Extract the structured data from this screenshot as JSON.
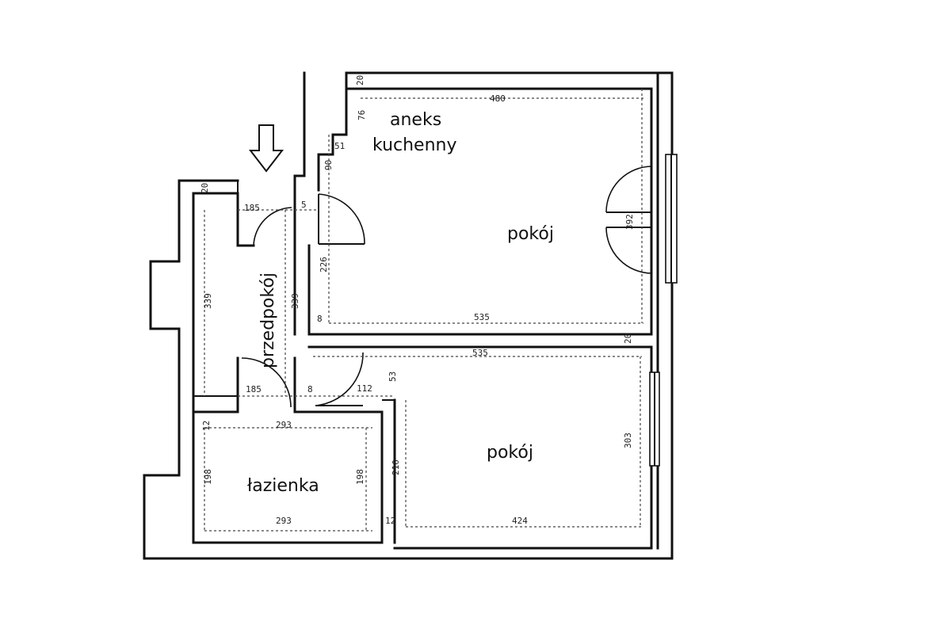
{
  "rooms": {
    "aneks_line1": "aneks",
    "aneks_line2": "kuchenny",
    "pokoj_upper": "pokój",
    "pokoj_lower": "pokój",
    "przedpokoj": "przedpokój",
    "lazienka": "łazienka"
  },
  "dimensions": {
    "d_20_top": "20",
    "d_480": "480",
    "d_76": "76",
    "d_51": "51",
    "d_90": "90",
    "d_5": "5",
    "d_20_hall": "20",
    "d_185_top": "185",
    "d_392": "392",
    "d_226": "226",
    "d_339_left": "339",
    "d_339_right": "339",
    "d_8_top": "8",
    "d_535_top": "535",
    "d_20_mid": "20",
    "d_535_mid": "535",
    "d_53": "53",
    "d_185_bottom": "185",
    "d_8_bottom": "8",
    "d_112": "112",
    "d_12_left": "12",
    "d_293_top": "293",
    "d_303": "303",
    "d_198_left": "198",
    "d_198_right": "198",
    "d_210": "210",
    "d_293_bottom": "293",
    "d_12_bottom": "12",
    "d_424": "424"
  },
  "entrance_arrow_icon": "arrow-down-icon"
}
